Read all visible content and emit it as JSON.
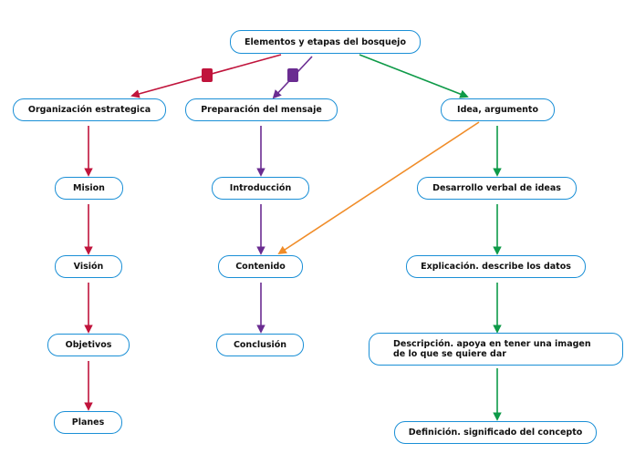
{
  "diagram": {
    "nodes": {
      "root": "Elementos y etapas del bosquejo",
      "organizacion": "Organización estrategica",
      "preparacion": "Preparación del mensaje",
      "idea": "Idea, argumento",
      "mision": "Mision",
      "vision": "Visión",
      "objetivos": "Objetivos",
      "planes": "Planes",
      "introduccion": "Introducción",
      "contenido": "Contenido",
      "conclusion": "Conclusión",
      "desarrollo": "Desarrollo verbal de ideas",
      "explicacion": "Explicación. describe los datos",
      "descripcion": "Descripción. apoya en tener una imagen de lo que se quiere dar",
      "definicion": "Definición. significado del concepto"
    },
    "branch_colors": {
      "organizacion": "#c0143c",
      "preparacion": "#6a2c91",
      "idea": "#0e9a48",
      "cross_link": "#f08c28"
    },
    "node_border_color": "#1a8fd6"
  }
}
